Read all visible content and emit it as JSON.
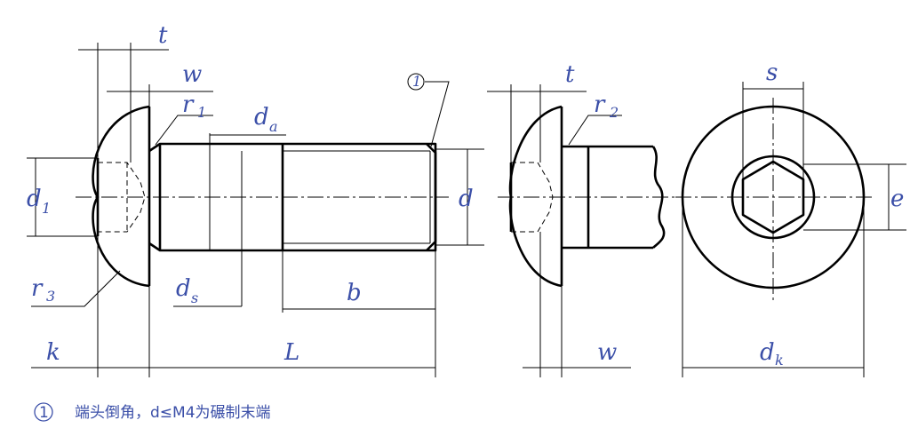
{
  "labels": {
    "t_left": "t",
    "w_left": "w",
    "r1": "r",
    "r1_sub": "1",
    "da": "d",
    "da_sub": "a",
    "callout": "1",
    "d1": "d",
    "d1_sub": "1",
    "d": "d",
    "r3": "r",
    "r3_sub": "3",
    "ds": "d",
    "ds_sub": "s",
    "b": "b",
    "k": "k",
    "L": "L",
    "t_mid": "t",
    "r2": "r",
    "r2_sub": "2",
    "w_mid": "w",
    "s": "s",
    "e": "e",
    "dk": "d",
    "dk_sub": "k"
  },
  "note": {
    "marker": "1",
    "text": "端头倒角，d≤M4为碾制末端"
  }
}
